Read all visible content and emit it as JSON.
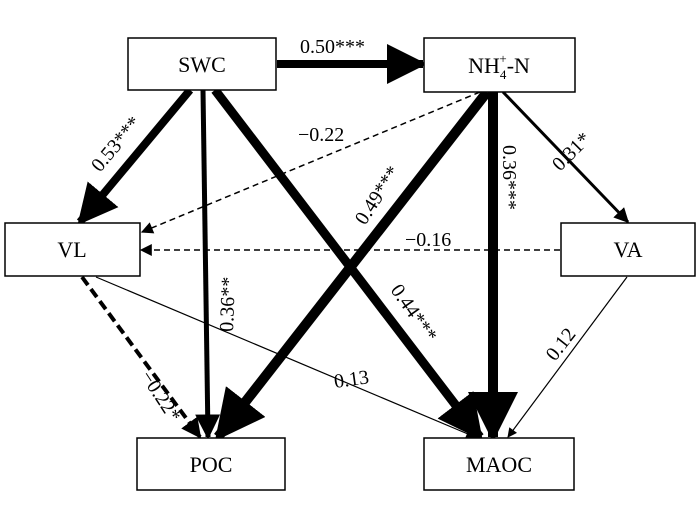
{
  "nodes": {
    "swc": "SWC",
    "nh4_base": "NH",
    "nh4_sub": "4",
    "nh4_sup": "+",
    "nh4_tail": "-N",
    "vl": "VL",
    "va": "VA",
    "poc": "POC",
    "maoc": "MAOC"
  },
  "paths": [
    {
      "id": "swc-nh4",
      "from": "SWC",
      "to": "NH4+-N",
      "coef": "0.50***",
      "sign": "positive"
    },
    {
      "id": "swc-vl",
      "from": "SWC",
      "to": "VL",
      "coef": "0.53***",
      "sign": "positive"
    },
    {
      "id": "swc-poc",
      "from": "SWC",
      "to": "POC",
      "coef": "0.36**",
      "sign": "positive"
    },
    {
      "id": "swc-maoc",
      "from": "SWC",
      "to": "MAOC",
      "coef": "0.44***",
      "sign": "positive"
    },
    {
      "id": "nh4-vl",
      "from": "NH4+-N",
      "to": "VL",
      "coef": "−0.22",
      "sign": "negative"
    },
    {
      "id": "nh4-poc",
      "from": "NH4+-N",
      "to": "POC",
      "coef": "0.49***",
      "sign": "positive"
    },
    {
      "id": "nh4-maoc",
      "from": "NH4+-N",
      "to": "MAOC",
      "coef": "0.36***",
      "sign": "positive"
    },
    {
      "id": "nh4-va",
      "from": "NH4+-N",
      "to": "VA",
      "coef": "0.31*",
      "sign": "positive"
    },
    {
      "id": "va-vl",
      "from": "VA",
      "to": "VL",
      "coef": "−0.16",
      "sign": "negative"
    },
    {
      "id": "vl-poc",
      "from": "VL",
      "to": "POC",
      "coef": "−0.22*",
      "sign": "negative"
    },
    {
      "id": "vl-maoc",
      "from": "VL",
      "to": "MAOC",
      "coef": "0.13",
      "sign": "positive"
    },
    {
      "id": "va-maoc",
      "from": "VA",
      "to": "MAOC",
      "coef": "0.12",
      "sign": "positive"
    }
  ],
  "colors": {
    "stroke": "#000000",
    "background": "#ffffff"
  }
}
